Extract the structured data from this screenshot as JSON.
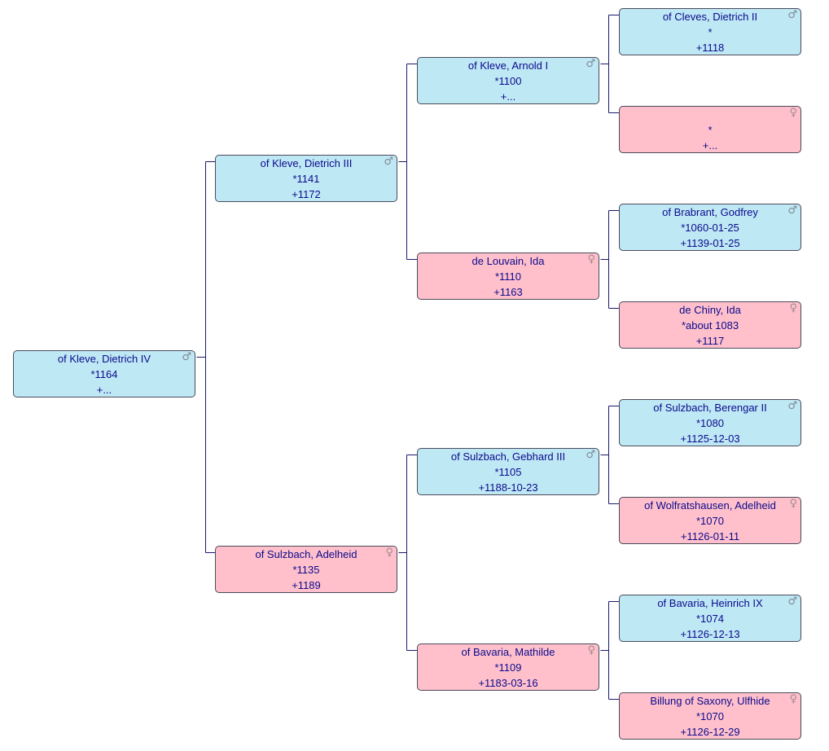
{
  "people": {
    "p1": {
      "name": "of Kleve, Dietrich IV",
      "birth": "*1164",
      "death": "+...",
      "sex": "male",
      "icon": "male-icon"
    },
    "p2": {
      "name": "of Kleve, Dietrich III",
      "birth": "*1141",
      "death": "+1172",
      "sex": "male",
      "icon": "male-icon"
    },
    "p3": {
      "name": "of Sulzbach, Adelheid",
      "birth": "*1135",
      "death": "+1189",
      "sex": "female",
      "icon": "female-icon"
    },
    "p4": {
      "name": "of Kleve, Arnold I",
      "birth": "*1100",
      "death": "+...",
      "sex": "male",
      "icon": "male-icon"
    },
    "p5": {
      "name": "de Louvain, Ida",
      "birth": "*1110",
      "death": "+1163",
      "sex": "female",
      "icon": "female-icon"
    },
    "p6": {
      "name": "of Sulzbach, Gebhard III",
      "birth": "*1105",
      "death": "+1188-10-23",
      "sex": "male",
      "icon": "male-icon"
    },
    "p7": {
      "name": "of Bavaria, Mathilde",
      "birth": "*1109",
      "death": "+1183-03-16",
      "sex": "female",
      "icon": "female-icon"
    },
    "p8": {
      "name": "of Cleves, Dietrich II",
      "birth": "*",
      "death": "+1118",
      "sex": "male",
      "icon": "male-icon"
    },
    "p9": {
      "name": "",
      "birth": "*",
      "death": "+...",
      "sex": "female",
      "icon": "female-icon"
    },
    "p10": {
      "name": "of Brabrant, Godfrey",
      "birth": "*1060-01-25",
      "death": "+1139-01-25",
      "sex": "male",
      "icon": "male-icon"
    },
    "p11": {
      "name": "de Chiny, Ida",
      "birth": "*about 1083",
      "death": "+1117",
      "sex": "female",
      "icon": "female-icon"
    },
    "p12": {
      "name": "of Sulzbach, Berengar II",
      "birth": "*1080",
      "death": "+1125-12-03",
      "sex": "male",
      "icon": "male-icon"
    },
    "p13": {
      "name": "of Wolfratshausen, Adelheid",
      "birth": "*1070",
      "death": "+1126-01-11",
      "sex": "female",
      "icon": "female-icon"
    },
    "p14": {
      "name": "of Bavaria, Heinrich IX",
      "birth": "*1074",
      "death": "+1126-12-13",
      "sex": "male",
      "icon": "male-icon"
    },
    "p15": {
      "name": "Billung of Saxony, Ulfhide",
      "birth": "*1070",
      "death": "+1126-12-29",
      "sex": "female",
      "icon": "female-icon"
    }
  },
  "colors": {
    "male_box": "#bfe8f5",
    "female_box": "#ffc0cb",
    "text": "#0a0a8c",
    "connector": "#1a1a6e"
  }
}
